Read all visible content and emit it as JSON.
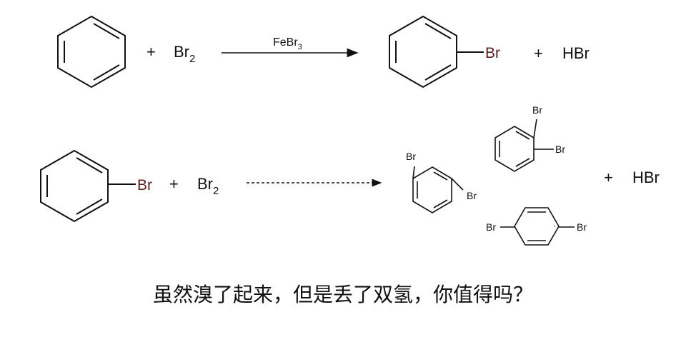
{
  "reaction1": {
    "plus1": "+",
    "reagent_main": "Br",
    "reagent_sub": "2",
    "catalyst_main": "FeBr",
    "catalyst_sub": "3",
    "product_label": "Br",
    "plus2": "+",
    "byproduct": "HBr"
  },
  "reaction2": {
    "reactant_label": "Br",
    "plus1": "+",
    "reagent_main": "Br",
    "reagent_sub": "2",
    "meta_br1": "Br",
    "meta_br2": "Br",
    "ortho_br1": "Br",
    "ortho_br2": "Br",
    "para_br1": "Br",
    "para_br2": "Br",
    "plus2": "+",
    "byproduct": "HBr"
  },
  "caption": "虽然溴了起来，但是丢了双氢，你值得吗？"
}
